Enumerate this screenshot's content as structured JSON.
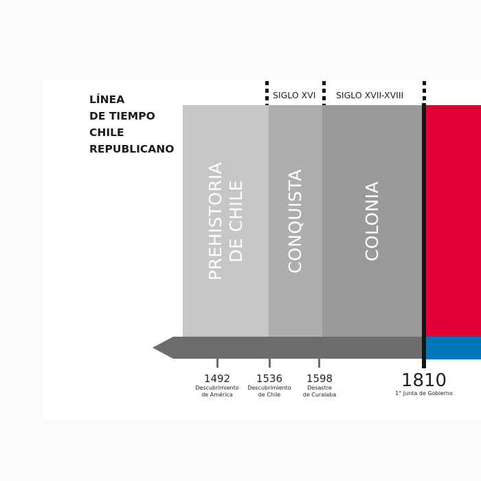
{
  "title_lines": [
    "LÍNEA",
    "DE TIEMPO",
    "CHILE",
    "REPUBLICANO"
  ],
  "centuries": [
    "SIGLO XVI",
    "SIGLO XVII-XVIII"
  ],
  "periods": [
    {
      "label_lines": [
        "PREHISTORIA",
        "DE CHILE"
      ],
      "color": "#c6c6c6"
    },
    {
      "label_lines": [
        "CONQUISTA"
      ],
      "color": "#aeaeae"
    },
    {
      "label_lines": [
        "COLONIA"
      ],
      "color": "#9a9a9a"
    }
  ],
  "events": [
    {
      "year": "1492",
      "desc": [
        "Descubrimiento",
        "de América"
      ]
    },
    {
      "year": "1536",
      "desc": [
        "Descubrimiento",
        "de Chile"
      ]
    },
    {
      "year": "1598",
      "desc": [
        "Desastre",
        "de Curalaba"
      ]
    },
    {
      "year": "1810",
      "desc": [
        "1° Junta de Gobierno"
      ]
    }
  ],
  "colors": {
    "red": "#e10035",
    "blue": "#0077b6",
    "arrow": "#6d6d6d"
  }
}
